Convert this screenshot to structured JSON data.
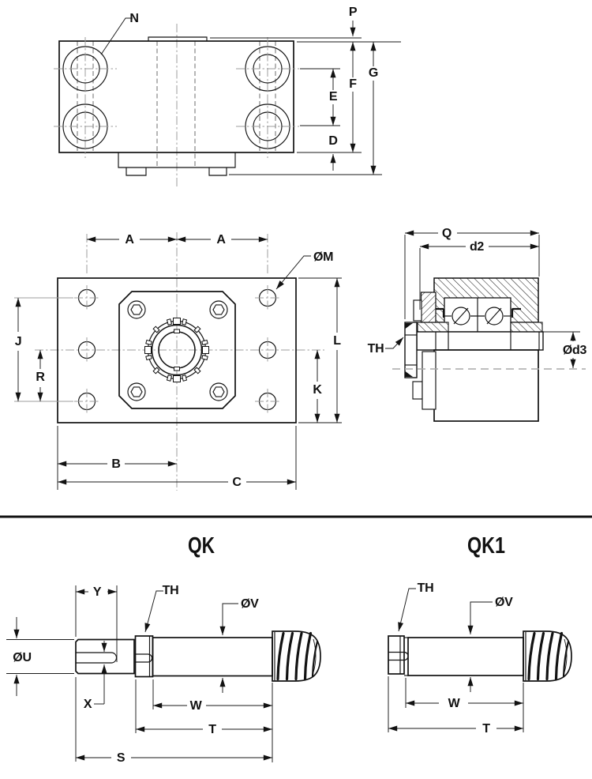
{
  "colors": {
    "line": "#121212",
    "centerline": "#9c9c9c",
    "hidden_line": "#6e6e6e",
    "background": "#ffffff"
  },
  "views": {
    "top": {
      "labels": {
        "n": "N",
        "p": "P",
        "g": "G",
        "f": "F",
        "e": "E",
        "d": "D"
      }
    },
    "front": {
      "labels": {
        "a_left": "A",
        "a_right": "A",
        "m": "ØM",
        "j": "J",
        "r": "R",
        "l": "L",
        "k": "K",
        "b": "B",
        "c": "C"
      }
    },
    "side": {
      "labels": {
        "q": "Q",
        "d2": "d2",
        "th": "TH",
        "d3": "Ød3"
      }
    },
    "qk": {
      "title": "QK",
      "labels": {
        "y": "Y",
        "th": "TH",
        "v": "ØV",
        "u": "ØU",
        "x": "X",
        "w": "W",
        "t": "T",
        "s": "S"
      }
    },
    "qk1": {
      "title": "QK1",
      "labels": {
        "th": "TH",
        "v": "ØV",
        "w": "W",
        "t": "T"
      }
    }
  }
}
